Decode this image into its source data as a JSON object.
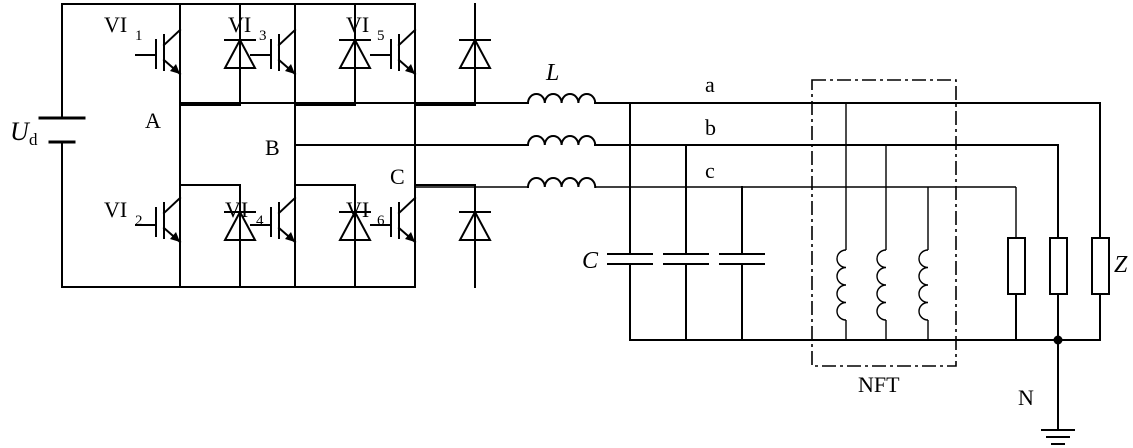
{
  "labels": {
    "ud_main": "U",
    "ud_sub": "d",
    "node_A": "A",
    "node_B": "B",
    "node_C": "C",
    "vt1_main": "VI",
    "vt1_sub": "1",
    "vt2_main": "VI",
    "vt2_sub": "2",
    "vt3_main": "VI",
    "vt3_sub": "3",
    "vt4_main": "VI",
    "vt4_sub": "4",
    "vt5_main": "VI",
    "vt5_sub": "5",
    "vt6_main": "VI",
    "vt6_sub": "6",
    "inductor": "L",
    "phase_a": "a",
    "phase_b": "b",
    "phase_c": "c",
    "capacitor": "C",
    "nft": "NFT",
    "load": "Z",
    "neutral": "N"
  }
}
